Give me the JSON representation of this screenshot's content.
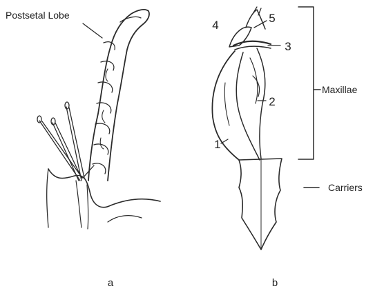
{
  "panels": {
    "a": {
      "caption": "a",
      "label_postsetal": "Postsetal Lobe"
    },
    "b": {
      "caption": "b",
      "numbers": [
        "1",
        "2",
        "3",
        "4",
        "5"
      ],
      "label_maxillae": "Maxillae",
      "label_carriers": "Carriers"
    }
  }
}
